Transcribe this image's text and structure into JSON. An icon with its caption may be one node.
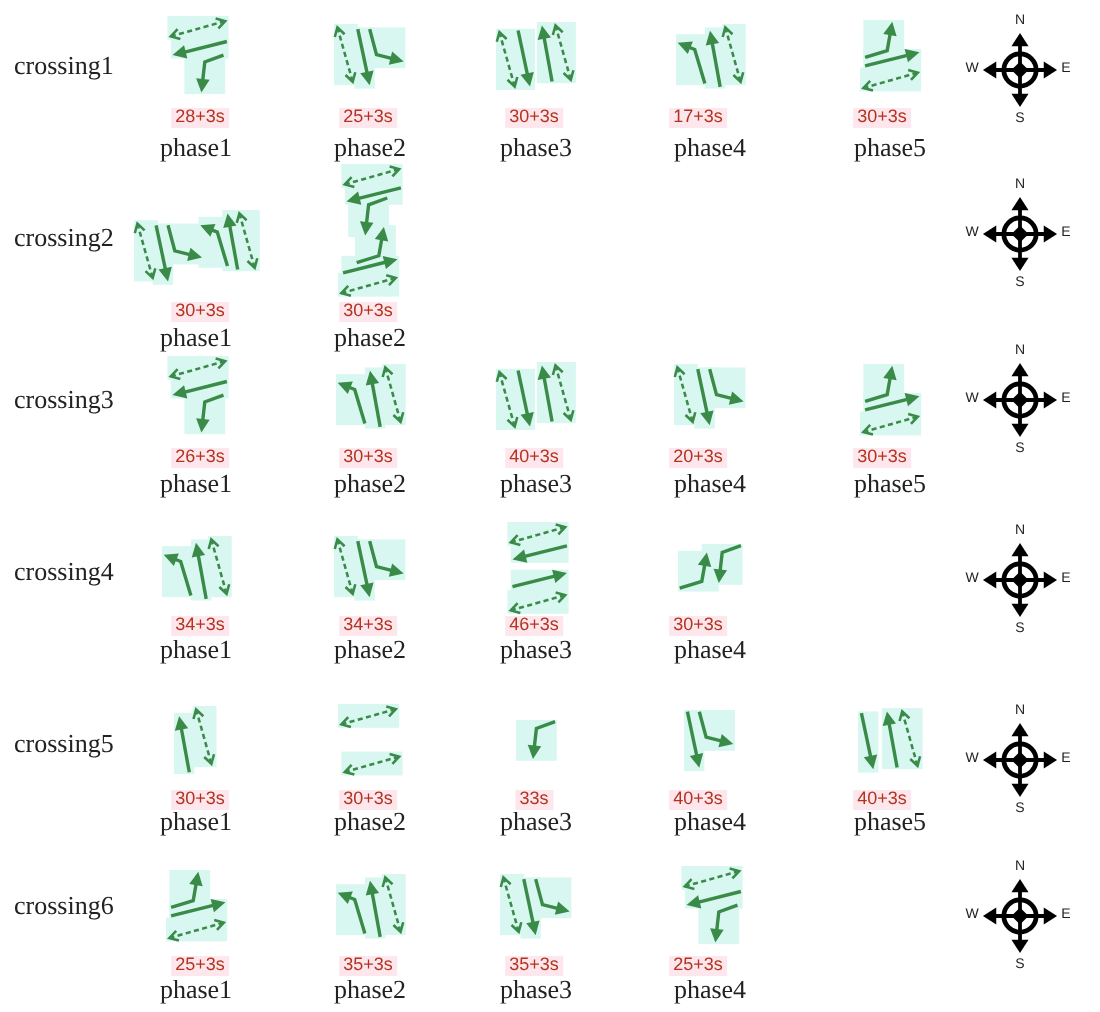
{
  "diagram": {
    "labels": [
      "crossing1",
      "28+3s",
      "phase1",
      "25+3s",
      "phase2",
      "30+3s",
      "phase3",
      "17+3s",
      "phase4",
      "30+3s",
      "phase5",
      "N",
      "W",
      "E",
      "S",
      "crossing2",
      "30+3s",
      "phase1",
      "30+3s",
      "phase2",
      "N",
      "W",
      "E",
      "S",
      "crossing3",
      "26+3s",
      "phase1",
      "30+3s",
      "phase2",
      "40+3s",
      "phase3",
      "20+3s",
      "phase4",
      "30+3s",
      "phase5",
      "N",
      "W",
      "E",
      "S",
      "crossing4",
      "34+3s",
      "phase1",
      "34+3s",
      "phase2",
      "46+3s",
      "phase3",
      "30+3s",
      "phase4",
      "N",
      "W",
      "E",
      "S",
      "crossing5",
      "30+3s",
      "phase1",
      "30+3s",
      "phase2",
      "33s",
      "phase3",
      "40+3s",
      "phase4",
      "40+3s",
      "phase5",
      "N",
      "W",
      "E",
      "S",
      "crossing6",
      "25+3s",
      "phase1",
      "35+3s",
      "phase2",
      "35+3s",
      "phase3",
      "25+3s",
      "phase4",
      "N",
      "W",
      "E",
      "S"
    ]
  }
}
